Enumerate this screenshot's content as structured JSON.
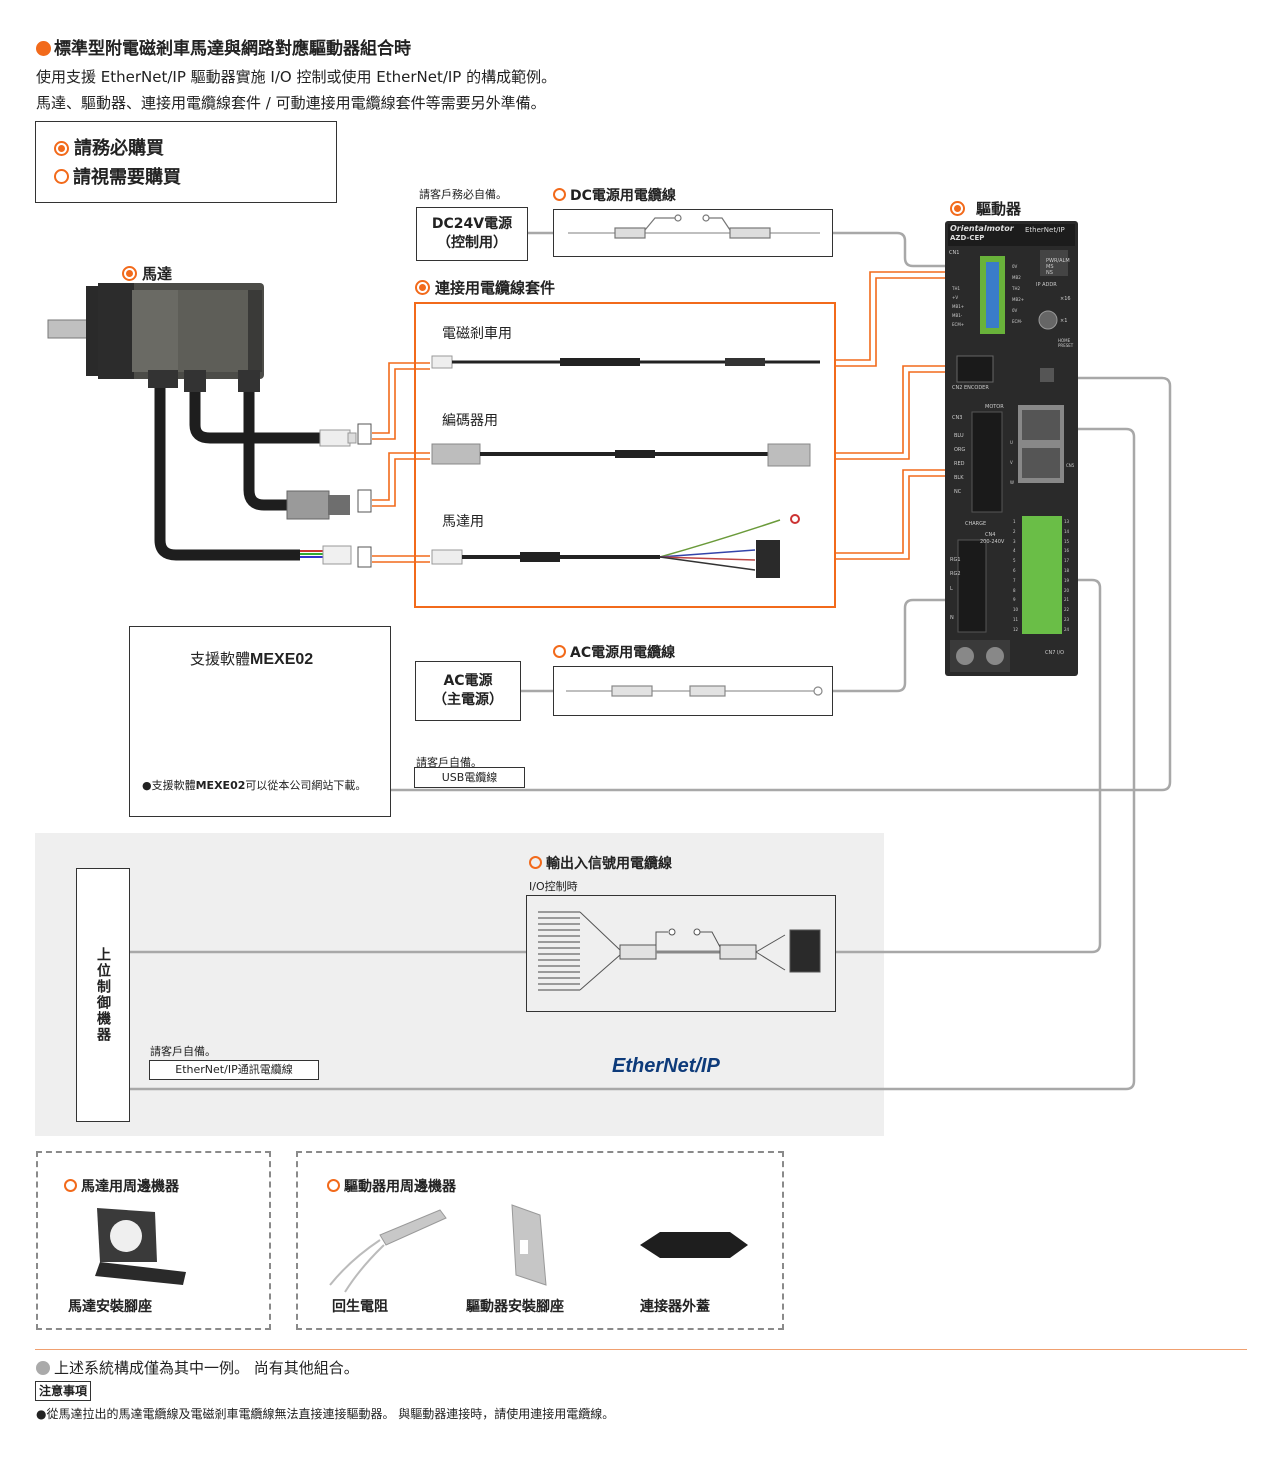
{
  "header": {
    "title": "標準型附電磁剎車馬達與網路對應驅動器組合時",
    "line1": "使用支援 EtherNet/IP 驅動器實施 I/O 控制或使用 EtherNet/IP 的構成範例。",
    "line2": "馬達、驅動器、連接用電纜線套件 / 可動連接用電纜線套件等需要另外準備。"
  },
  "legend": {
    "required": "請務必購買",
    "optional": "請視需要購買"
  },
  "motor": {
    "label": "馬達"
  },
  "driver": {
    "label": "驅動器",
    "brand": "Orientalmotor",
    "model": "AZD-CEP",
    "net": "EtherNet/IP",
    "panel": {
      "cn1": "CN1",
      "cn2": "CN2 ENCODER",
      "cn3": "CN3",
      "cn4": "CN4",
      "cn5": "CN5",
      "cn7": "CN7 I/O",
      "motor": "MOTOR",
      "charge": "CHARGE",
      "ac": "200-240V",
      "pwr": "PWR/ALM",
      "ms": "MS",
      "ns": "NS",
      "ipaddr": "IP ADDR",
      "x16": "×16",
      "x1": "×1",
      "home": "HOME PRESET",
      "wires": [
        "BLU",
        "ORG",
        "RED",
        "BLK",
        "NC"
      ],
      "cn1pins": [
        "TH1",
        "+V",
        "MB1+",
        "MB1-",
        "ECM+"
      ],
      "cn1pins_r": [
        "0V",
        "MB2",
        "TH2",
        "MB2+",
        "0V",
        "ECM-"
      ],
      "rg": [
        "RG1",
        "RG2",
        "L",
        "N"
      ],
      "io_l": [
        "1",
        "2",
        "3",
        "4",
        "5",
        "6",
        "7",
        "8",
        "9",
        "10",
        "11",
        "12"
      ],
      "io_r": [
        "13",
        "14",
        "15",
        "16",
        "17",
        "18",
        "19",
        "20",
        "21",
        "22",
        "23",
        "24"
      ],
      "uv": [
        "U",
        "V",
        "W"
      ]
    }
  },
  "dc_power": {
    "note": "請客戶務必自備。",
    "line1": "DC24V電源",
    "line2": "（控制用）",
    "cable_label": "DC電源用電纜線"
  },
  "kit": {
    "label": "連接用電纜線套件",
    "brake": "電磁剎車用",
    "encoder": "編碼器用",
    "motor_cable": "馬達用"
  },
  "software": {
    "title_prefix": "支援軟體",
    "title_name": "MEXE02",
    "note_prefix": "●支援軟體",
    "note_name": "MEXE02",
    "note_suffix": "可以從本公司網站下載。"
  },
  "ac_power": {
    "line1": "AC電源",
    "line2": "（主電源）",
    "cable_label": "AC電源用電纜線"
  },
  "usb": {
    "note": "請客戶自備。",
    "label": "USB電纜線"
  },
  "io_cable": {
    "label": "輸出入信號用電纜線",
    "sub": "I/O控制時"
  },
  "host": {
    "label": "上位制御機器"
  },
  "ethernet": {
    "note": "請客戶自備。",
    "label": "EtherNet/IP通訊電纜線",
    "logo": "EtherNet/IP"
  },
  "motor_periph": {
    "label": "馬達用周邊機器",
    "item": "馬達安裝腳座"
  },
  "driver_periph": {
    "label": "驅動器用周邊機器",
    "items": [
      "回生電阻",
      "驅動器安裝腳座",
      "連接器外蓋"
    ]
  },
  "footer": {
    "note": "上述系統構成僅為其中一例。 尚有其他組合。",
    "caution_title": "注意事項",
    "caution": "●從馬達拉出的馬達電纜線及電磁剎車電纜線無法直接連接驅動器。 與驅動器連接時，請使用連接用電纜線。"
  },
  "colors": {
    "accent": "#f26a1b",
    "line": "#9a9a9a",
    "gray_bg": "#efefef"
  }
}
